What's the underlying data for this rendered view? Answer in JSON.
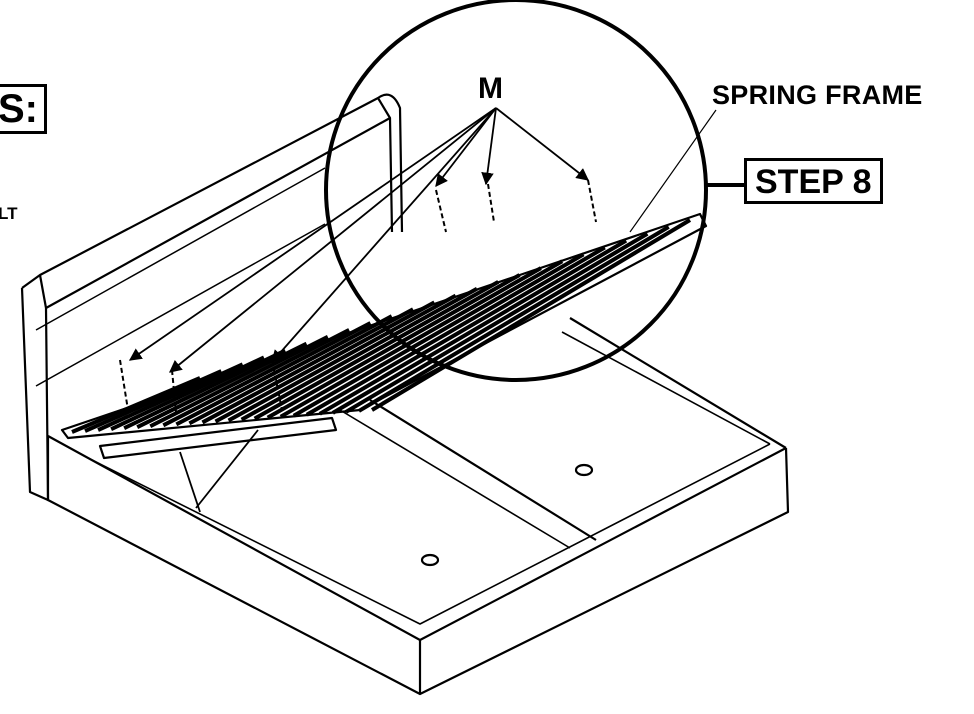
{
  "labels": {
    "hardware": "M",
    "spring_frame": "SPRING FRAME",
    "step": "STEP 8",
    "partial_box": "S:",
    "partial_text": "LT"
  },
  "colors": {
    "line": "#000000",
    "background": "#ffffff"
  }
}
